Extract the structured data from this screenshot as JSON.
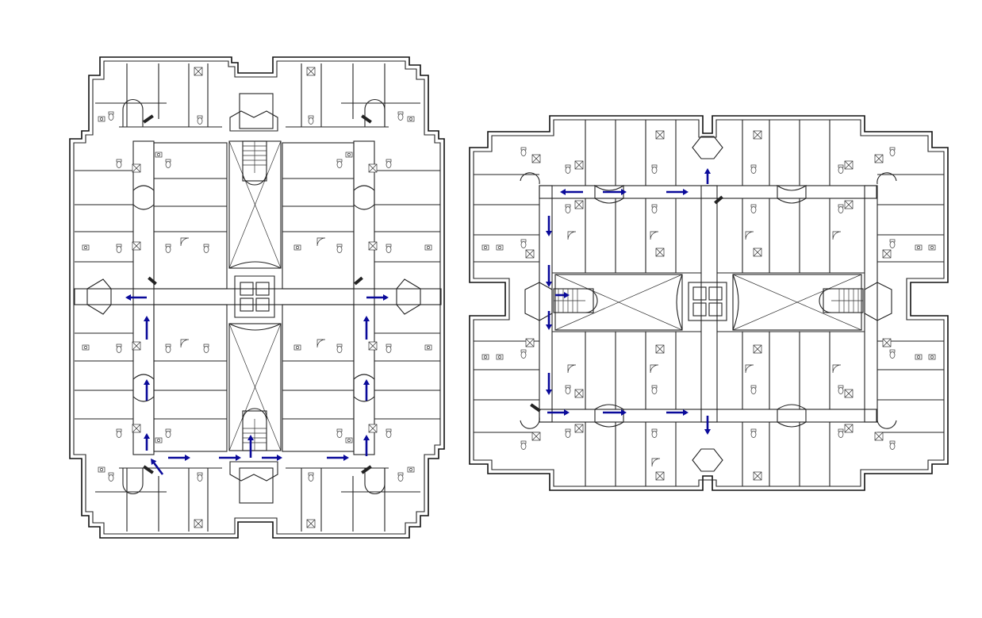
{
  "drawing": {
    "background": "#ffffff",
    "line_color": "#111111",
    "arrow_color": "#0a0a9a"
  },
  "plans": [
    {
      "id": "left-plan",
      "orientation": "vertical",
      "kind": "hotel-floor-plan"
    },
    {
      "id": "right-plan",
      "orientation": "horizontal",
      "kind": "hotel-floor-plan"
    }
  ],
  "icons": {
    "flow": "direction-arrow-icon",
    "stair": "staircase-icon",
    "lift": "elevator-icon",
    "wc": "toilet-icon"
  }
}
